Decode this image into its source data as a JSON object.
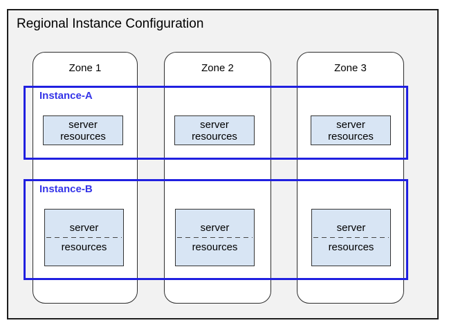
{
  "title": "Regional Instance Configuration",
  "zones": [
    {
      "label": "Zone 1"
    },
    {
      "label": "Zone 2"
    },
    {
      "label": "Zone 3"
    }
  ],
  "instances": [
    {
      "label": "Instance-A",
      "boxes": [
        {
          "line1": "server",
          "line2": "resources"
        },
        {
          "line1": "server",
          "line2": "resources"
        },
        {
          "line1": "server",
          "line2": "resources"
        }
      ]
    },
    {
      "label": "Instance-B",
      "boxes": [
        {
          "line1": "server",
          "line2": "resources"
        },
        {
          "line1": "server",
          "line2": "resources"
        },
        {
          "line1": "server",
          "line2": "resources"
        }
      ]
    }
  ],
  "colors": {
    "instance_border": "#2020e0",
    "instance_label": "#3434e8",
    "resource_fill": "#d8e5f4",
    "region_fill": "#f2f2f2",
    "outline": "#1c1c1c"
  }
}
